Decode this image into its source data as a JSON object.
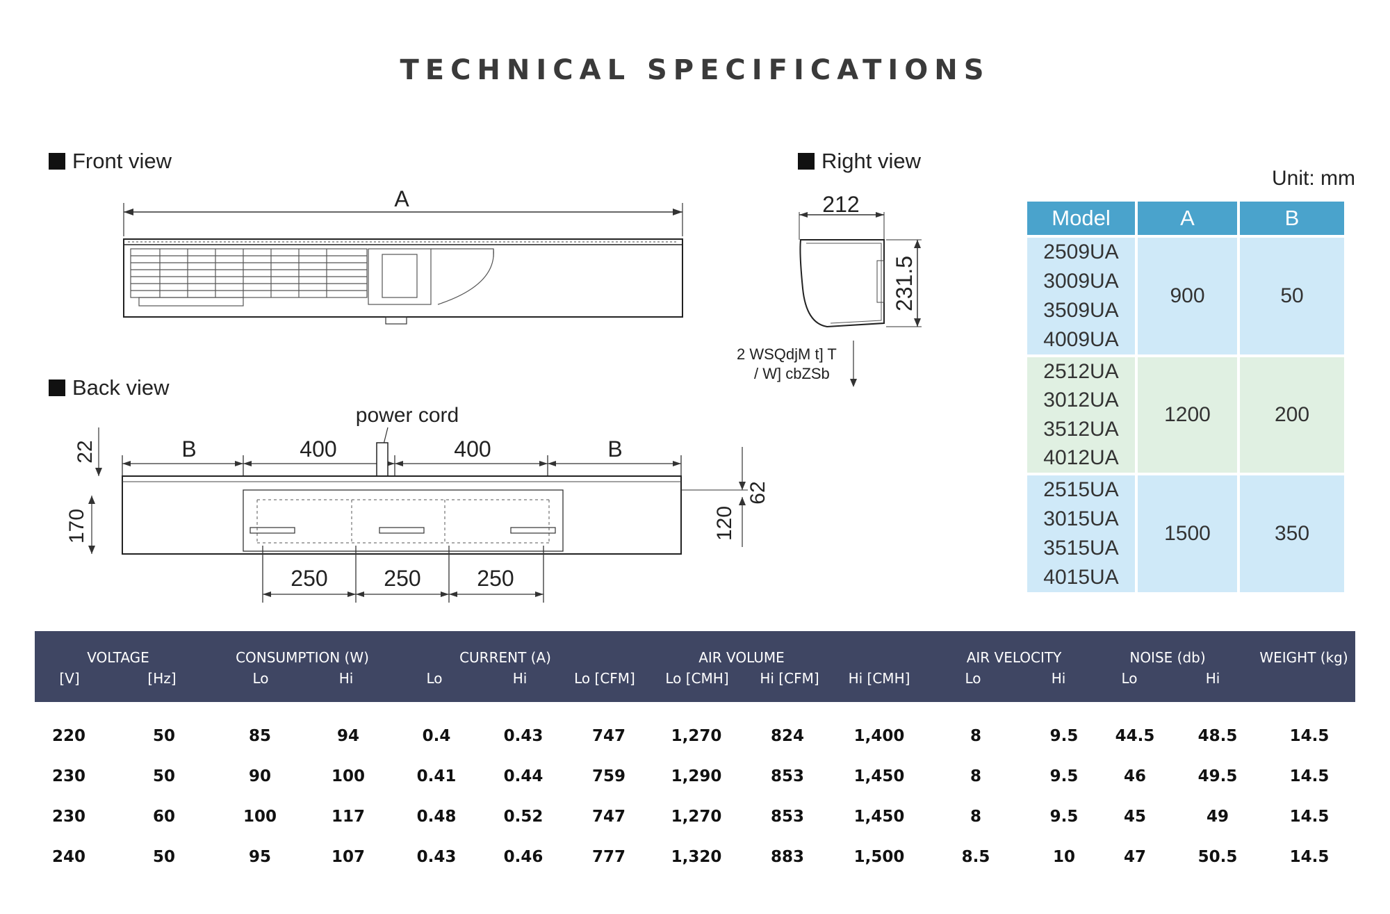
{
  "title": "TECHNICAL SPECIFICATIONS",
  "front_view": {
    "label": "Front view",
    "dim_a": "A"
  },
  "right_view": {
    "label": "Right view",
    "dim_width": "212",
    "dim_height": "231.5",
    "garbled_line1": "2 WSQdjM t] T",
    "garbled_line2": "/ W] cbZSb"
  },
  "back_view": {
    "label": "Back view",
    "power_cord": "power cord",
    "dim_b_left": "B",
    "dim_400_left": "400",
    "dim_400_right": "400",
    "dim_b_right": "B",
    "dim_22": "22",
    "dim_170": "170",
    "dim_62": "62",
    "dim_120": "120",
    "dim_250_1": "250",
    "dim_250_2": "250",
    "dim_250_3": "250"
  },
  "model_table": {
    "unit": "Unit: mm",
    "headers": [
      "Model",
      "A",
      "B"
    ],
    "groups": [
      {
        "models": [
          "2509UA",
          "3009UA",
          "3509UA",
          "4009UA"
        ],
        "a": "900",
        "b": "50",
        "color": "#cfe9f8"
      },
      {
        "models": [
          "2512UA",
          "3012UA",
          "3512UA",
          "4012UA"
        ],
        "a": "1200",
        "b": "200",
        "color": "#e0f0e2"
      },
      {
        "models": [
          "2515UA",
          "3015UA",
          "3515UA",
          "4015UA"
        ],
        "a": "1500",
        "b": "350",
        "color": "#cfe9f8"
      }
    ]
  },
  "spec_table": {
    "groups": {
      "voltage": "VOLTAGE",
      "consumption": "CONSUMPTION (W)",
      "current": "CURRENT (A)",
      "air_volume": "AIR VOLUME",
      "air_velocity": "AIR VELOCITY",
      "noise": "NOISE (db)",
      "weight": "WEIGHT (kg)"
    },
    "subheaders": [
      "[V]",
      "[Hz]",
      "Lo",
      "Hi",
      "Lo",
      "Hi",
      "Lo [CFM]",
      "Lo [CMH]",
      "Hi [CFM]",
      "Hi [CMH]",
      "Lo",
      "Hi",
      "Lo",
      "Hi",
      ""
    ],
    "rows": [
      [
        "220",
        "50",
        "85",
        "94",
        "0.4",
        "0.43",
        "747",
        "1,270",
        "824",
        "1,400",
        "8",
        "9.5",
        "44.5",
        "48.5",
        "14.5"
      ],
      [
        "230",
        "50",
        "90",
        "100",
        "0.41",
        "0.44",
        "759",
        "1,290",
        "853",
        "1,450",
        "8",
        "9.5",
        "46",
        "49.5",
        "14.5"
      ],
      [
        "230",
        "60",
        "100",
        "117",
        "0.48",
        "0.52",
        "747",
        "1,270",
        "853",
        "1,450",
        "8",
        "9.5",
        "45",
        "49",
        "14.5"
      ],
      [
        "240",
        "50",
        "95",
        "107",
        "0.43",
        "0.46",
        "777",
        "1,320",
        "883",
        "1,500",
        "8.5",
        "10",
        "47",
        "50.5",
        "14.5"
      ]
    ]
  }
}
